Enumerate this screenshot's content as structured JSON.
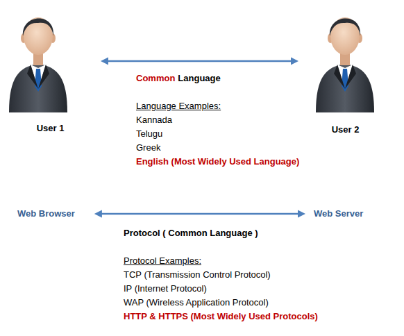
{
  "diagram": {
    "nodes": [
      {
        "text": [
          "User 1"
        ]
      },
      {
        "text": [
          "User 2"
        ]
      },
      {
        "text": [
          "Web Browser"
        ]
      },
      {
        "text": [
          "Web Server"
        ]
      }
    ],
    "edges": [
      {
        "from": 0,
        "to": 1,
        "arrow": "both"
      },
      {
        "from": 2,
        "to": 3,
        "arrow": "both"
      }
    ],
    "labels": [
      "Common",
      "Language",
      "Language Examples:",
      "Kannada",
      "Telugu",
      "Greek",
      "English (Most Widely Used Language)",
      "Protocol ( Common Language )",
      "Protocol Examples:",
      "TCP (Transmission Control Protocol)",
      "IP (Internet Protocol)",
      "WAP (Wireless Application Protocol)",
      "HTTP & HTTPS (Most Widely Used Protocols)"
    ]
  }
}
